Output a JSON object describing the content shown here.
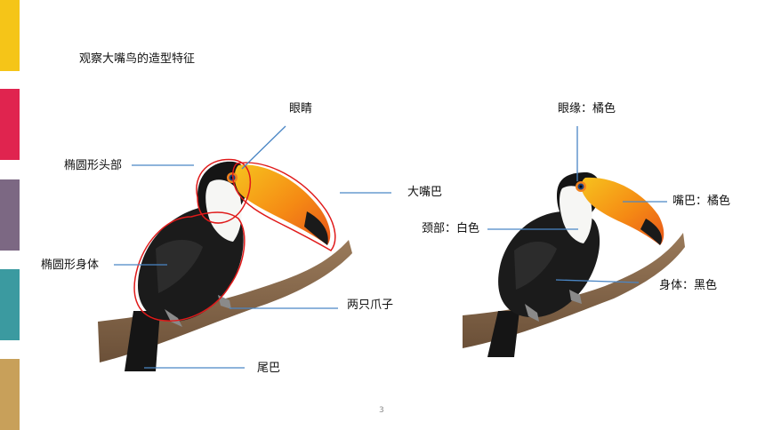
{
  "slide": {
    "title": "观察大嘴鸟的造型特征",
    "page_number": "3"
  },
  "left_sidebar": {
    "colors": [
      "#f5c518",
      "#e0244f",
      "#7c6883",
      "#3b9aa0",
      "#c8a05a"
    ]
  },
  "left_figure": {
    "labels": {
      "eye": "眼睛",
      "head": "椭圆形头部",
      "beak": "大嘴巴",
      "body": "椭圆形身体",
      "claws": "两只爪子",
      "tail": "尾巴"
    }
  },
  "right_figure": {
    "labels": {
      "eye_ring": "眼缘：橘色",
      "beak": "嘴巴：橘色",
      "neck": "颈部：白色",
      "body": "身体：黑色"
    }
  },
  "colors": {
    "leader_line": "#4a86c5",
    "outline": "#e01a1a",
    "beak_orange": "#f39c12"
  }
}
